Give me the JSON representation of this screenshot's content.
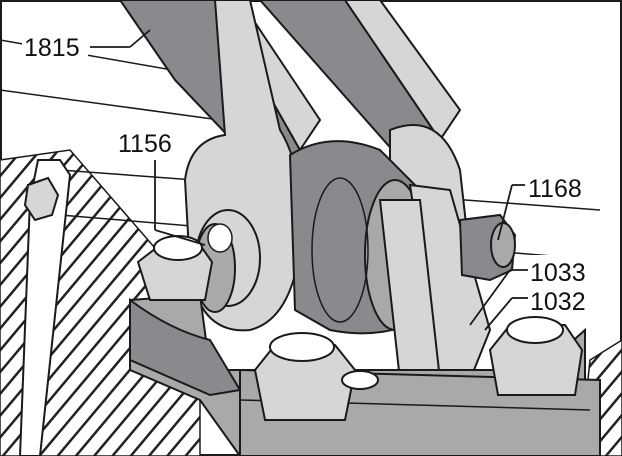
{
  "callouts": {
    "part_1815": "1815",
    "part_1156": "1156",
    "part_1168": "1168",
    "part_1033": "1033",
    "part_1032": "1032"
  },
  "colors": {
    "light_gray": "#d6d6d6",
    "mid_gray": "#a9a9ac",
    "dark_gray": "#8a8a8e",
    "outline": "#1a1a1a",
    "hatch": "#222222",
    "background": "#ffffff"
  }
}
